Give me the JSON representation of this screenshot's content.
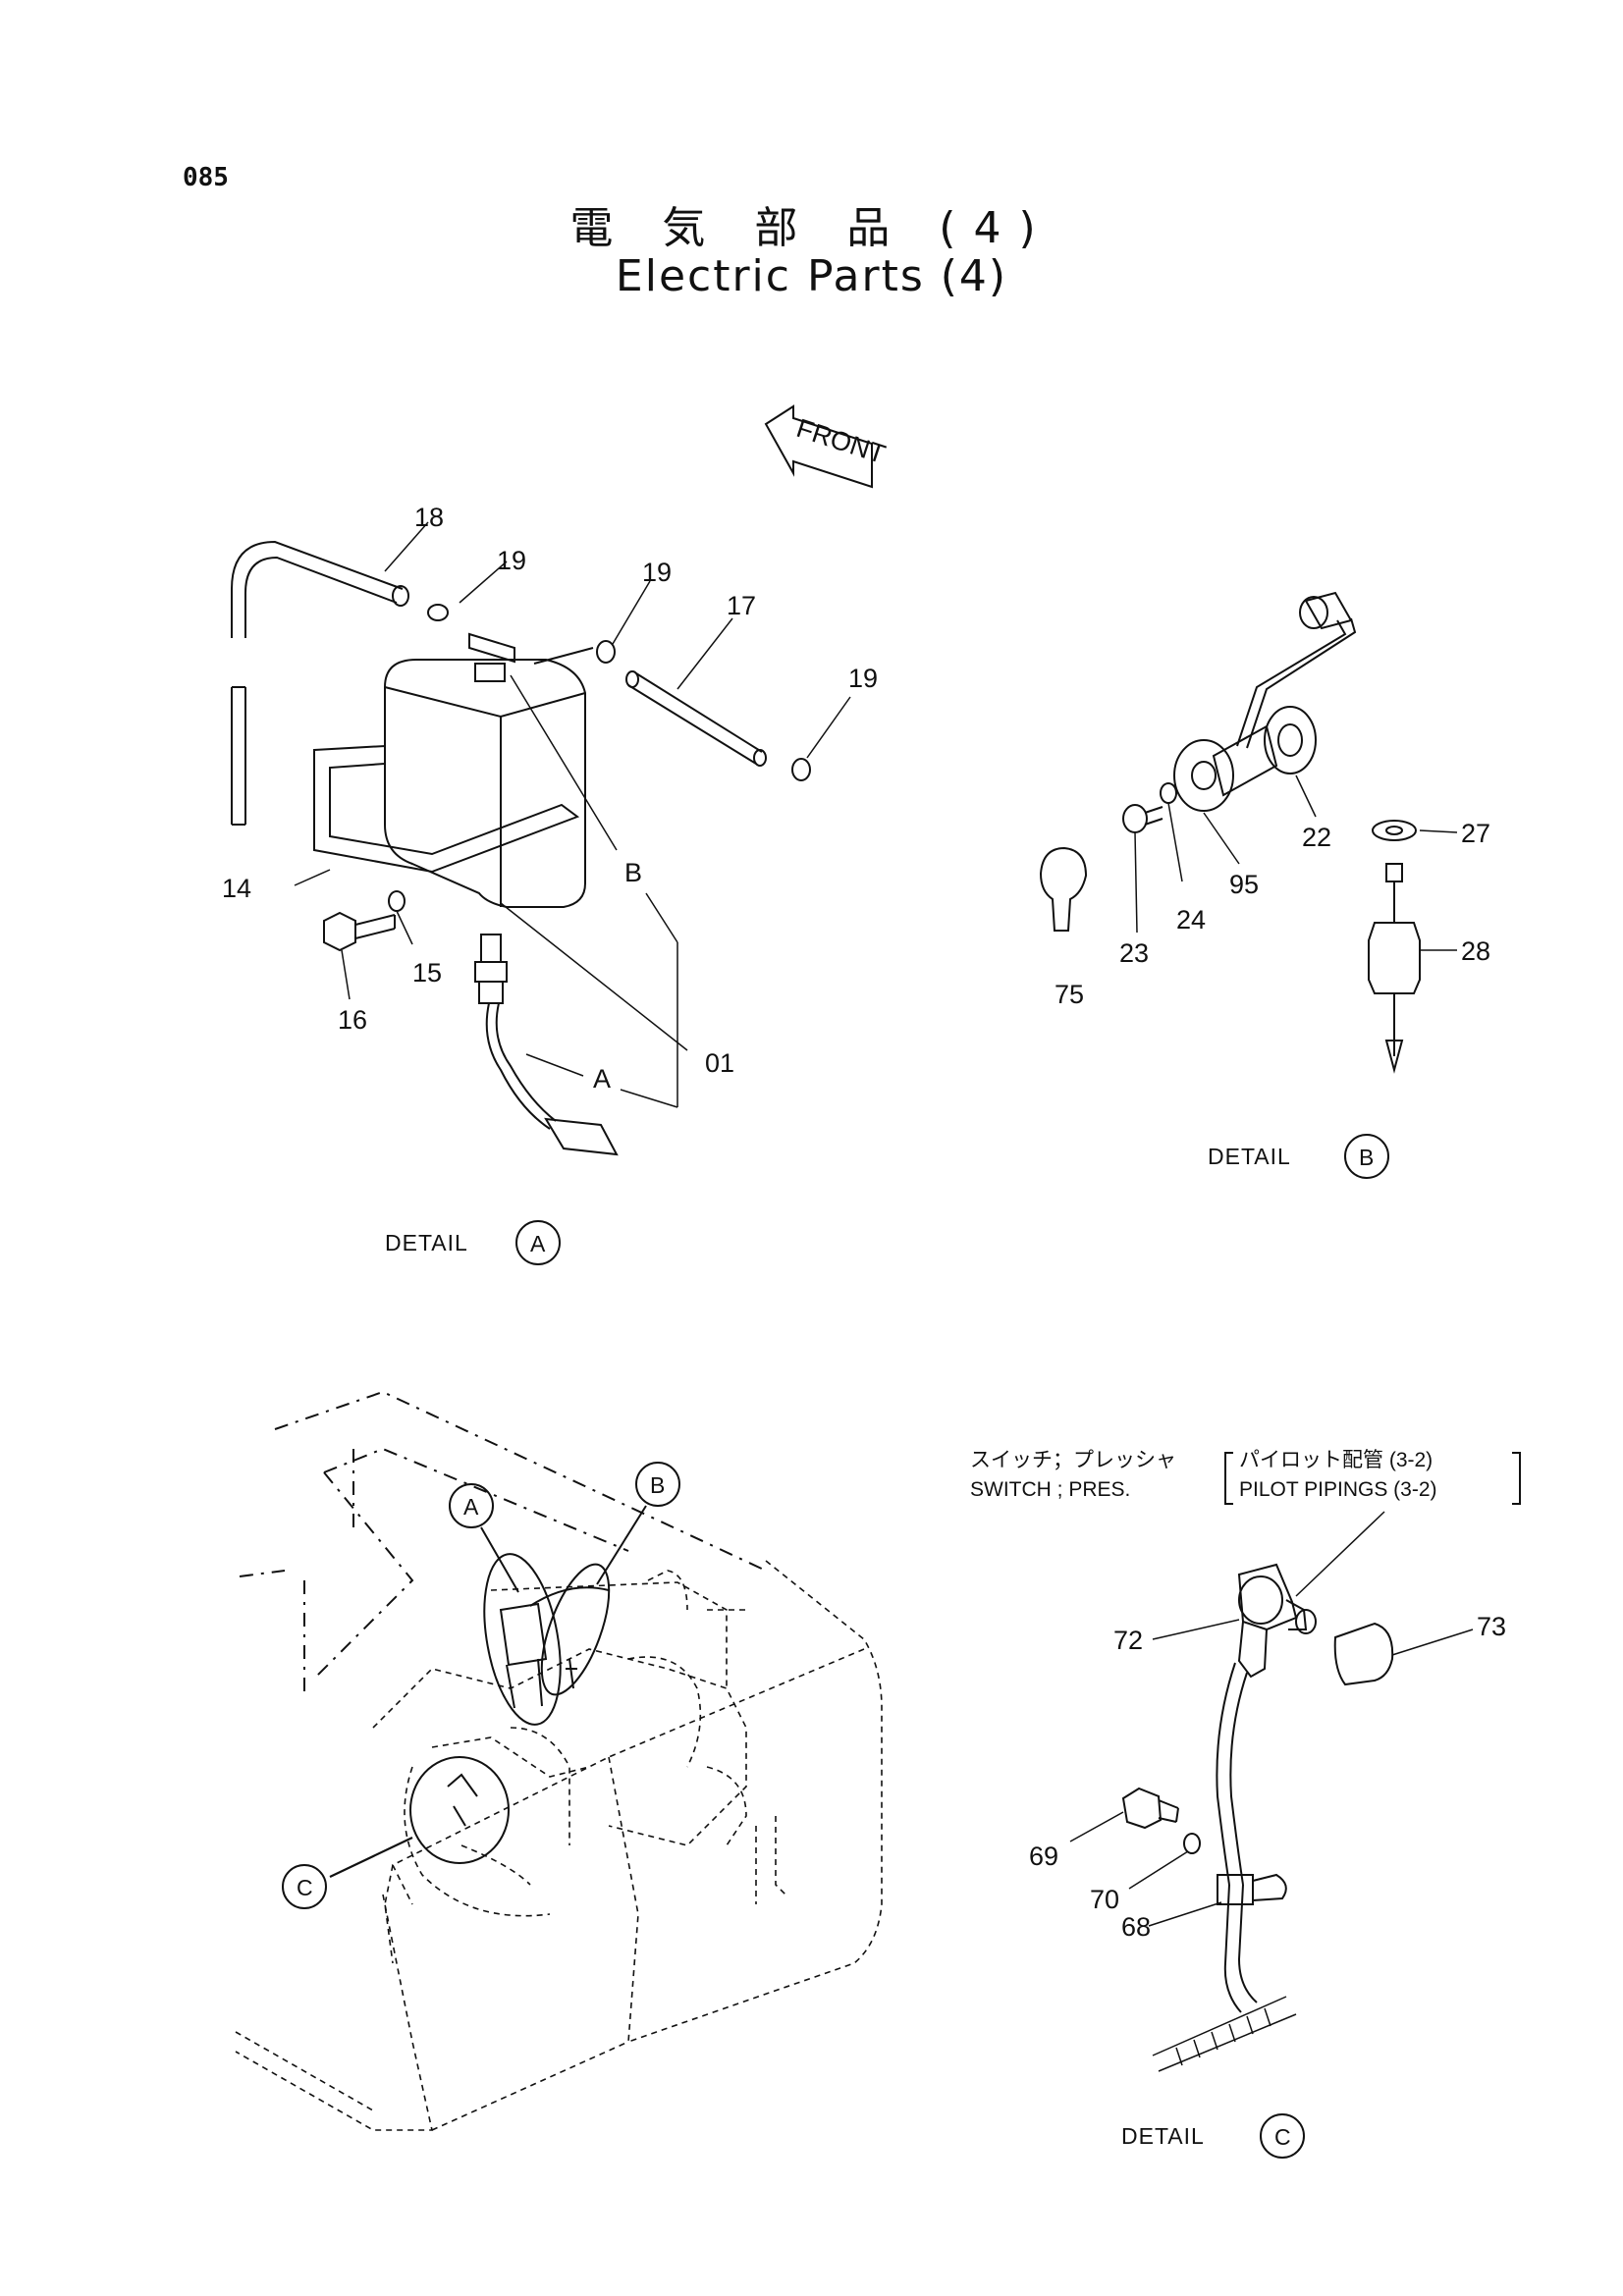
{
  "page": {
    "number": "085"
  },
  "title": {
    "japanese": "電 気 部 品 (4)",
    "english": "Electric Parts (4)"
  },
  "front_marker": "FRONT",
  "detail_a": {
    "caption": "DETAIL",
    "mark": "A",
    "callouts": [
      "18",
      "19",
      "19",
      "17",
      "19",
      "14",
      "16",
      "15",
      "B",
      "A",
      "01"
    ]
  },
  "detail_b": {
    "caption": "DETAIL",
    "mark": "B",
    "callouts": [
      "22",
      "27",
      "95",
      "24",
      "23",
      "75",
      "28"
    ]
  },
  "overview": {
    "marks": [
      "A",
      "B",
      "C"
    ]
  },
  "detail_c": {
    "caption": "DETAIL",
    "mark": "C",
    "note": {
      "jp_left": "スイッチ；プレッシャ",
      "en_left": "SWITCH ; PRES.",
      "jp_right": "パイロット配管 (3-2)",
      "en_right": "PILOT PIPINGS (3-2)"
    },
    "callouts": [
      "72",
      "73",
      "69",
      "70",
      "68"
    ]
  }
}
